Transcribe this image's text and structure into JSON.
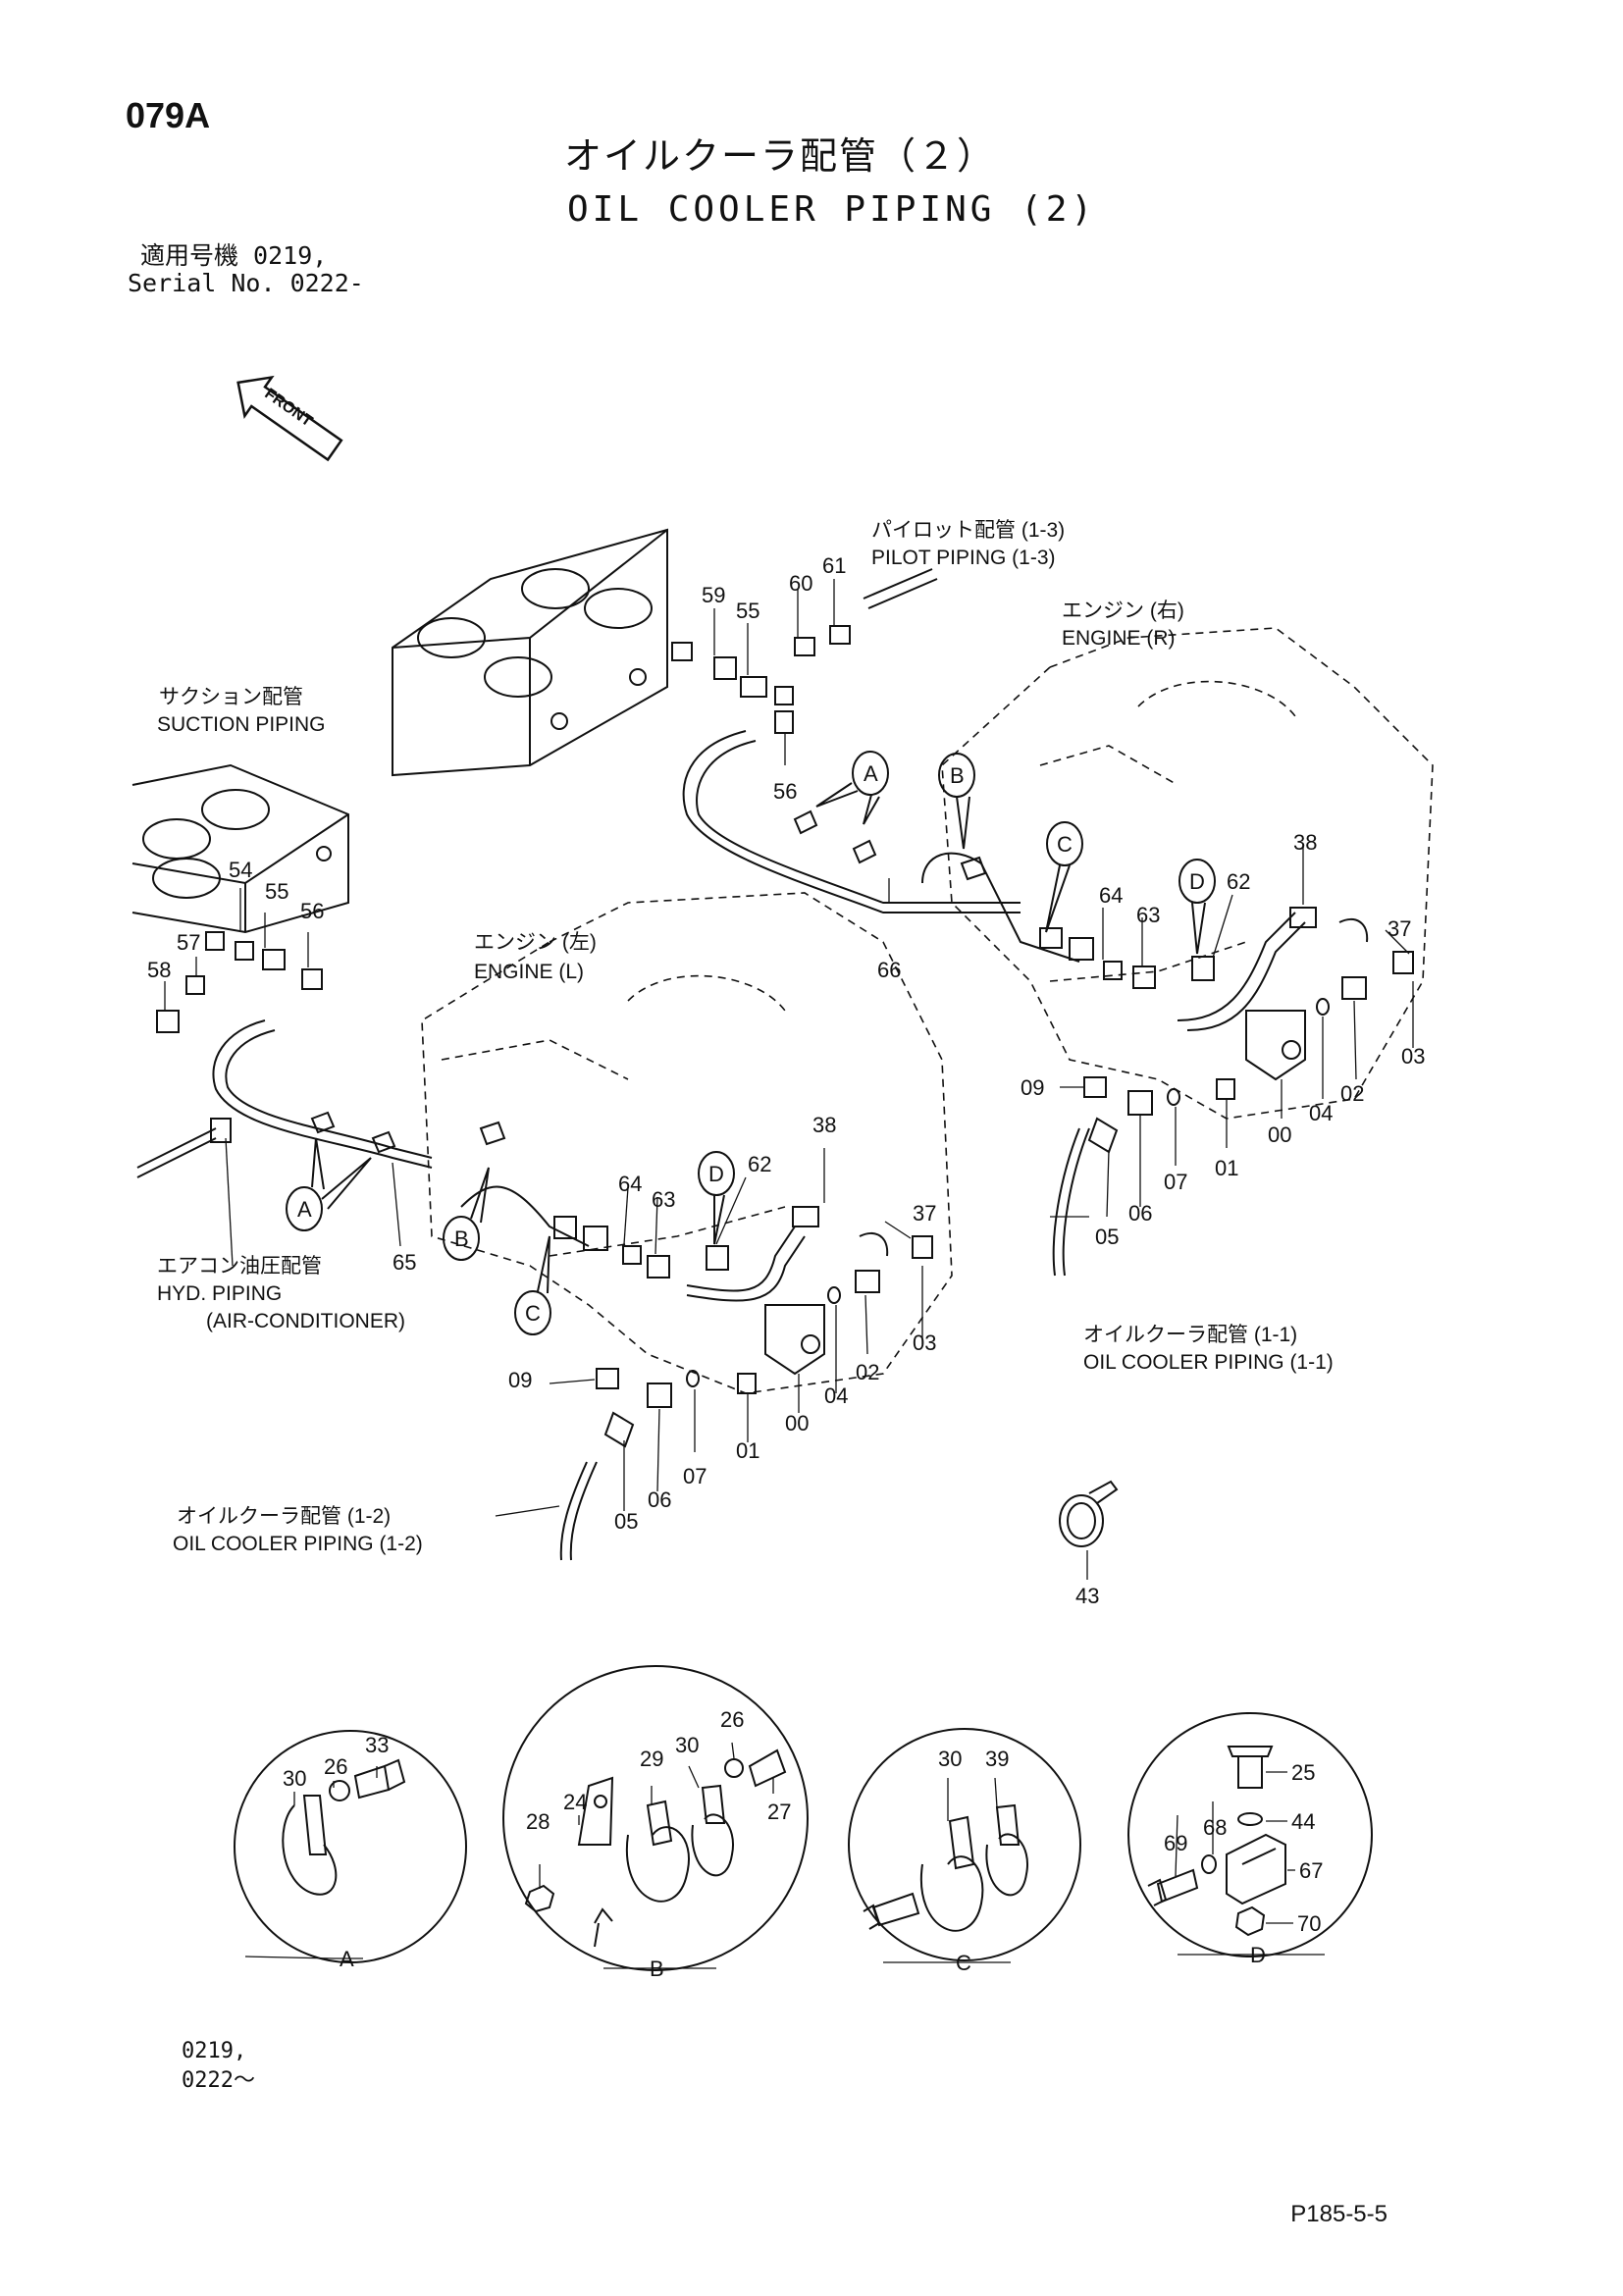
{
  "page_code": "079A",
  "title_ja": "オイルクーラ配管（２）",
  "title_en": "OIL COOLER PIPING (2)",
  "serial": {
    "line1": "適用号機 0219,",
    "line2": "Serial No. 0222-"
  },
  "front_label": "FRONT",
  "callouts": {
    "pilot_ja": "パイロット配管 (1-3)",
    "pilot_en": "PILOT PIPING (1-3)",
    "engine_r_ja": "エンジン (右)",
    "engine_r_en": "ENGINE (R)",
    "suction_ja": "サクション配管",
    "suction_en": "SUCTION PIPING",
    "engine_l_ja": "エンジン (左)",
    "engine_l_en": "ENGINE (L)",
    "hyd_ja": "エアコン油圧配管",
    "hyd_en": "HYD. PIPING",
    "hyd_en2": "(AIR-CONDITIONER)",
    "oc11_ja": "オイルクーラ配管 (1-1)",
    "oc11_en": "OIL COOLER PIPING (1-1)",
    "oc12_ja": "オイルクーラ配管 (1-2)",
    "oc12_en": "OIL COOLER PIPING (1-2)"
  },
  "part_numbers_right": [
    "59",
    "55",
    "60",
    "61",
    "56",
    "66",
    "64",
    "63",
    "62",
    "38",
    "37",
    "03",
    "02",
    "04",
    "00",
    "01",
    "07",
    "06",
    "05",
    "09"
  ],
  "part_numbers_left": [
    "54",
    "55",
    "56",
    "57",
    "58",
    "65",
    "64",
    "63",
    "62",
    "38",
    "37",
    "03",
    "02",
    "04",
    "00",
    "01",
    "07",
    "06",
    "05",
    "09",
    "43"
  ],
  "balloons": [
    "A",
    "B",
    "C",
    "D"
  ],
  "details": {
    "A": {
      "letter": "A",
      "parts": [
        "30",
        "26",
        "33"
      ]
    },
    "B": {
      "letter": "B",
      "parts": [
        "28",
        "24",
        "29",
        "30",
        "26",
        "27"
      ]
    },
    "C": {
      "letter": "C",
      "parts": [
        "30",
        "39"
      ]
    },
    "D": {
      "letter": "D",
      "parts": [
        "25",
        "44",
        "69",
        "68",
        "67",
        "70"
      ]
    }
  },
  "footer_serial": {
    "line1": "0219,",
    "line2": "0222～"
  },
  "page_number": "P185-5-5"
}
